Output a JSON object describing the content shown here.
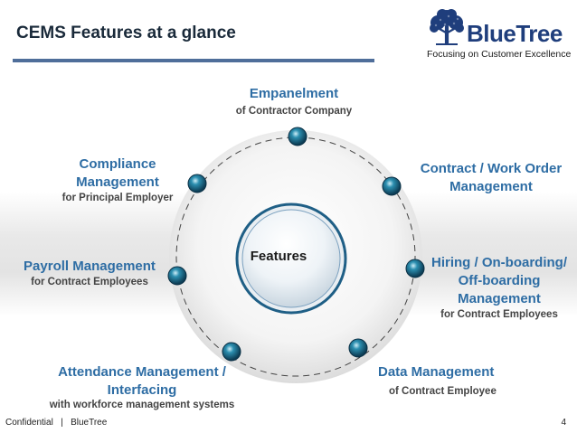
{
  "header": {
    "title": "CEMS Features at a glance"
  },
  "logo": {
    "name": "BlueTree",
    "tagline": "Focusing on Customer Excellence"
  },
  "center": {
    "label": "Features"
  },
  "features": [
    {
      "title": "Empanelment",
      "subtitle": "of Contractor Company"
    },
    {
      "title": "Contract / Work Order Management",
      "subtitle": ""
    },
    {
      "title": "Hiring / On-boarding/ Off-boarding Management",
      "subtitle": "for Contract Employees"
    },
    {
      "title": "Data Management",
      "subtitle": "of Contract Employee"
    },
    {
      "title": "Attendance Management / Interfacing",
      "subtitle": "with workforce management systems"
    },
    {
      "title": "Payroll Management",
      "subtitle": "for Contract Employees"
    },
    {
      "title": "Compliance Management",
      "subtitle": "for Principal Employer"
    }
  ],
  "footer": {
    "left": "Confidential   |   BlueTree",
    "page": "4"
  },
  "colors": {
    "accent": "#2e6da4",
    "title_rule": "#4f6e9a",
    "brand": "#1f3e7c",
    "node": "#1a6f8c"
  }
}
